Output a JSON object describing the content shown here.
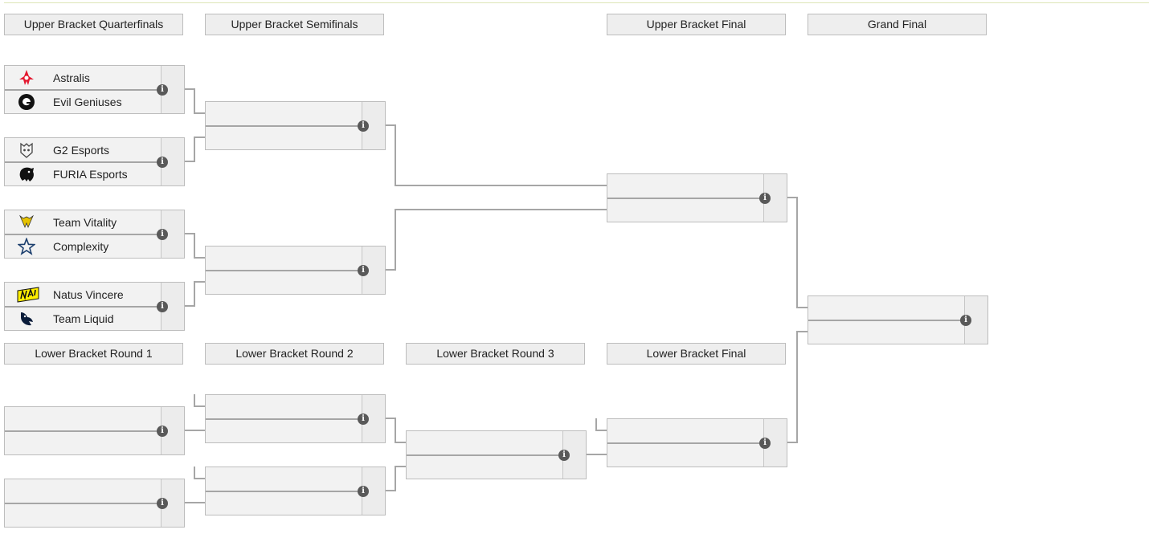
{
  "headers": {
    "ubqf": "Upper Bracket Quarterfinals",
    "ubsf": "Upper Bracket Semifinals",
    "ubf": "Upper Bracket Final",
    "gf": "Grand Final",
    "lbr1": "Lower Bracket Round 1",
    "lbr2": "Lower Bracket Round 2",
    "lbr3": "Lower Bracket Round 3",
    "lbf": "Lower Bracket Final"
  },
  "info_glyph": "i",
  "teams": {
    "astralis": {
      "name": "Astralis",
      "icon": "astralis-logo"
    },
    "eg": {
      "name": "Evil Geniuses",
      "icon": "evil-geniuses-logo"
    },
    "g2": {
      "name": "G2 Esports",
      "icon": "g2-esports-logo"
    },
    "furia": {
      "name": "FURIA Esports",
      "icon": "furia-logo"
    },
    "vitality": {
      "name": "Team Vitality",
      "icon": "vitality-logo"
    },
    "complexity": {
      "name": "Complexity",
      "icon": "complexity-logo"
    },
    "navi": {
      "name": "Natus Vincere",
      "icon": "navi-logo",
      "color": "#ffee00"
    },
    "liquid": {
      "name": "Team Liquid",
      "icon": "team-liquid-logo"
    }
  },
  "colors": {
    "accent_red": "#e4172f",
    "navy": "#1c3f6e",
    "line": "#a6a6a6"
  }
}
